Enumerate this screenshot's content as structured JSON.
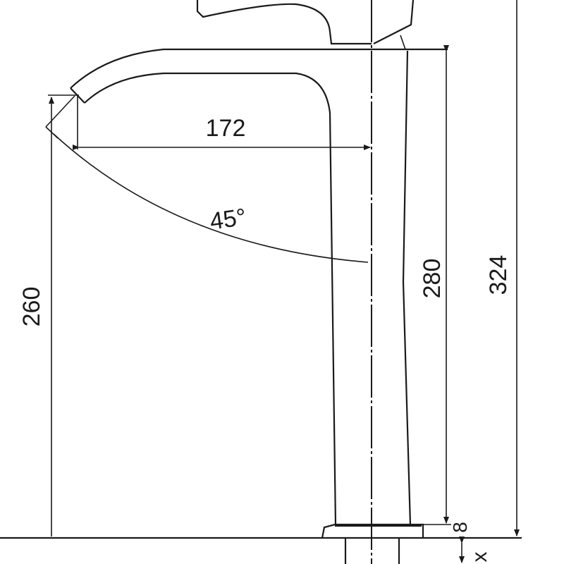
{
  "drawing": {
    "title": "Faucet side elevation technical drawing",
    "colors": {
      "line": "#1a1a1a",
      "background": "#ffffff"
    },
    "dimensions": {
      "spout_reach": "172",
      "spout_height": "260",
      "body_height": "280",
      "total_height": "324",
      "base_thickness": "8",
      "rotation_angle": "45°",
      "max_label": "x"
    }
  }
}
